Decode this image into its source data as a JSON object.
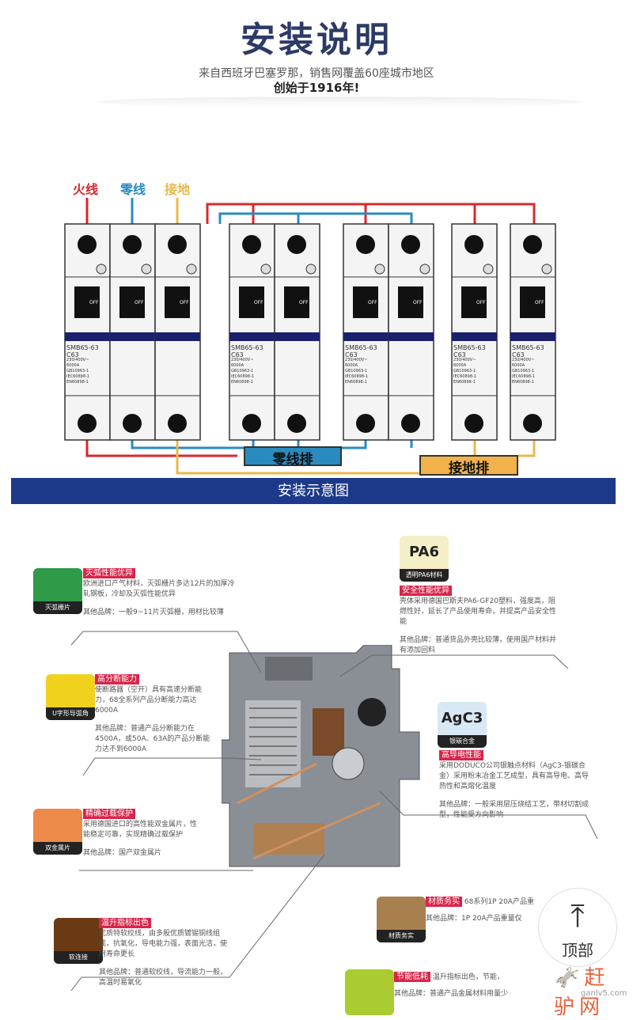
{
  "header": {
    "title": "安装说明",
    "subtitle": "来自西班牙巴塞罗那，销售网覆盖60座城市地区",
    "tagline": "创始于1916年!"
  },
  "wiring": {
    "live": "火线",
    "neutral": "零线",
    "ground": "接地",
    "neutral_bar": "零线排",
    "ground_bar": "接地排",
    "colors": {
      "live": "#d8282e",
      "neutral": "#2a8bc0",
      "ground": "#e8b84a",
      "band": "#1a1f6e"
    },
    "breaker": {
      "model": "SMB65-63",
      "rating": "C63",
      "voltage": "230/400V~",
      "capacity": "6000A",
      "std1": "GB10963-1",
      "std2": "IEC60898-1",
      "std3": "EN60898-1",
      "handle": "OFF"
    }
  },
  "banner": "安装示意图",
  "features": [
    {
      "icon": "灭弧栅片",
      "tag": "灭弧性能优异",
      "text": "欧洲进口产气材料，灭弧栅片多达12片的加厚冷轧钢板，冷却及灭弧性能优异",
      "other": "其他品牌：一般9~11片灭弧栅，用材比较薄"
    },
    {
      "icon": "U字形导弧角",
      "tag": "高分断能力",
      "text": "使断路器（空开）具有高速分断能力，68全系列产品分断能力高达6000A",
      "other": "其他品牌：普通产品分断能力在4500A，或50A、63A的产品分断能力达不到6000A"
    },
    {
      "icon": "双金属片",
      "tag": "精确过载保护",
      "text": "采用德国进口的高性能双金属片，性能稳定可靠，实现精确过载保护",
      "other": "其他品牌：国产双金属片"
    },
    {
      "icon": "软连接",
      "tag": "温升指标出色",
      "text": "优质特软绞线，由多股优质镀锡铜线组成，抗氧化，导电能力强，表面光洁，使用寿命更长",
      "other": "其他品牌：普通软绞线，导流能力一般，高温时易氧化"
    },
    {
      "icon_big": "PA6",
      "icon": "透明PA6材料",
      "tag": "安全性能优异",
      "text": "壳体采用德国巴斯夫PA6-GF20塑料，强度高，阻燃性好，延长了产品使用寿命，并提高产品安全性能",
      "other": "其他品牌：普通货品外壳比较薄，使用国产材料并有添加回料"
    },
    {
      "icon_big": "AgC3",
      "icon": "银碳合金",
      "tag": "高导电性能",
      "text": "采用DODUCO公司银触点材料（AgC3-银碳合金）采用粉末冶金工艺成型，具有高导电、高导热性和高熔化温度",
      "other": "其他品牌：一般采用层压烧结工艺，带材切割成型，性能受方向影响"
    },
    {
      "icon": "材质务实",
      "tag": "材质务实",
      "text": "68系列1P 20A产品重",
      "other": "其他品牌：1P 20A产品重量仅"
    },
    {
      "tag": "节能低耗",
      "text": "温升指标出色，节能，",
      "other": "其他品牌：普通产品金属材料用量少"
    }
  ],
  "back_to_top": {
    "label": "顶部",
    "icon": "arrow-up-icon"
  },
  "watermark": {
    "text": "赶驴网",
    "url": "ganlv5.com"
  }
}
